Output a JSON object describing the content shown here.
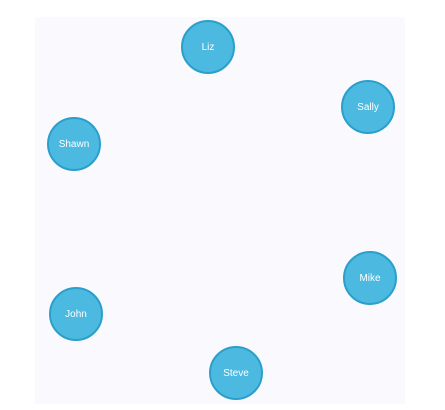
{
  "colors": {
    "canvas_background": "#fafafe",
    "node_fill": "#4cb9e0",
    "node_border": "#2a9fcb",
    "node_text": "#ffffff"
  },
  "nodes": [
    {
      "id": "liz",
      "label": "Liz"
    },
    {
      "id": "sally",
      "label": "Sally"
    },
    {
      "id": "shawn",
      "label": "Shawn"
    },
    {
      "id": "mike",
      "label": "Mike"
    },
    {
      "id": "john",
      "label": "John"
    },
    {
      "id": "steve",
      "label": "Steve"
    }
  ]
}
